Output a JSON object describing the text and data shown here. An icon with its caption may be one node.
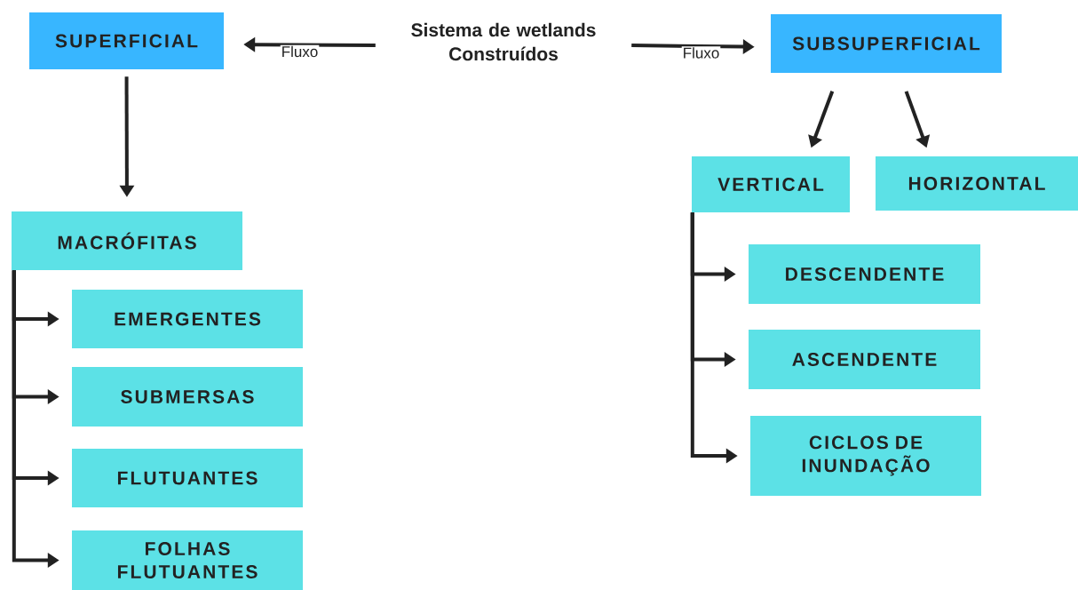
{
  "diagram": {
    "nodes": [
      {
        "text": [
          "Sistema de wetlands Construídos"
        ]
      },
      {
        "text": [
          "SUPERFICIAL"
        ]
      },
      {
        "text": [
          "SUBSUPERFICIAL"
        ]
      },
      {
        "text": [
          "MACRÓFITAS"
        ]
      },
      {
        "text": [
          "EMERGENTES"
        ]
      },
      {
        "text": [
          "SUBMERSAS"
        ]
      },
      {
        "text": [
          "FLUTUANTES"
        ]
      },
      {
        "text": [
          "FOLHAS FLUTUANTES"
        ]
      },
      {
        "text": [
          "VERTICAL"
        ]
      },
      {
        "text": [
          "HORIZONTAL"
        ]
      },
      {
        "text": [
          "DESCENDENTE"
        ]
      },
      {
        "text": [
          "ASCENDENTE"
        ]
      },
      {
        "text": [
          "CICLOS DE INUNDAÇÃO"
        ]
      }
    ],
    "edges": [
      {
        "from": 0,
        "to": 1,
        "arrow": "to",
        "label": "Fluxo"
      },
      {
        "from": 0,
        "to": 2,
        "arrow": "to",
        "label": "Fluxo"
      },
      {
        "from": 1,
        "to": 3,
        "arrow": "to"
      },
      {
        "from": 3,
        "to": 4,
        "arrow": "to"
      },
      {
        "from": 3,
        "to": 5,
        "arrow": "to"
      },
      {
        "from": 3,
        "to": 6,
        "arrow": "to"
      },
      {
        "from": 3,
        "to": 7,
        "arrow": "to"
      },
      {
        "from": 2,
        "to": 8,
        "arrow": "to"
      },
      {
        "from": 2,
        "to": 9,
        "arrow": "to"
      },
      {
        "from": 8,
        "to": 10,
        "arrow": "to"
      },
      {
        "from": 8,
        "to": 11,
        "arrow": "to"
      },
      {
        "from": 8,
        "to": 12,
        "arrow": "to"
      }
    ]
  }
}
